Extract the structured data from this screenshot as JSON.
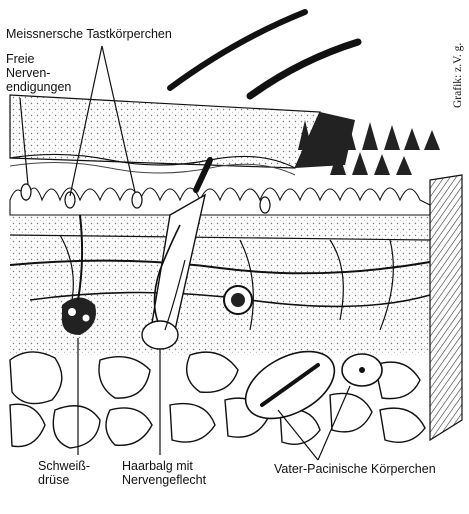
{
  "labels": {
    "meissner": "Meissnersche Tastkörperchen",
    "freie_1": "Freie",
    "freie_2": "Nerven-",
    "freie_3": "endigungen",
    "schweiss_1": "Schweiß-",
    "schweiss_2": "drüse",
    "haarbalg_1": "Haarbalg mit",
    "haarbalg_2": "Nervengeflecht",
    "vater": "Vater-Pacinische Körperchen"
  },
  "credit": "Grafik: z.V. g.",
  "colors": {
    "ink": "#111111",
    "paper": "#ffffff",
    "dermis": "#dcdcdc"
  }
}
